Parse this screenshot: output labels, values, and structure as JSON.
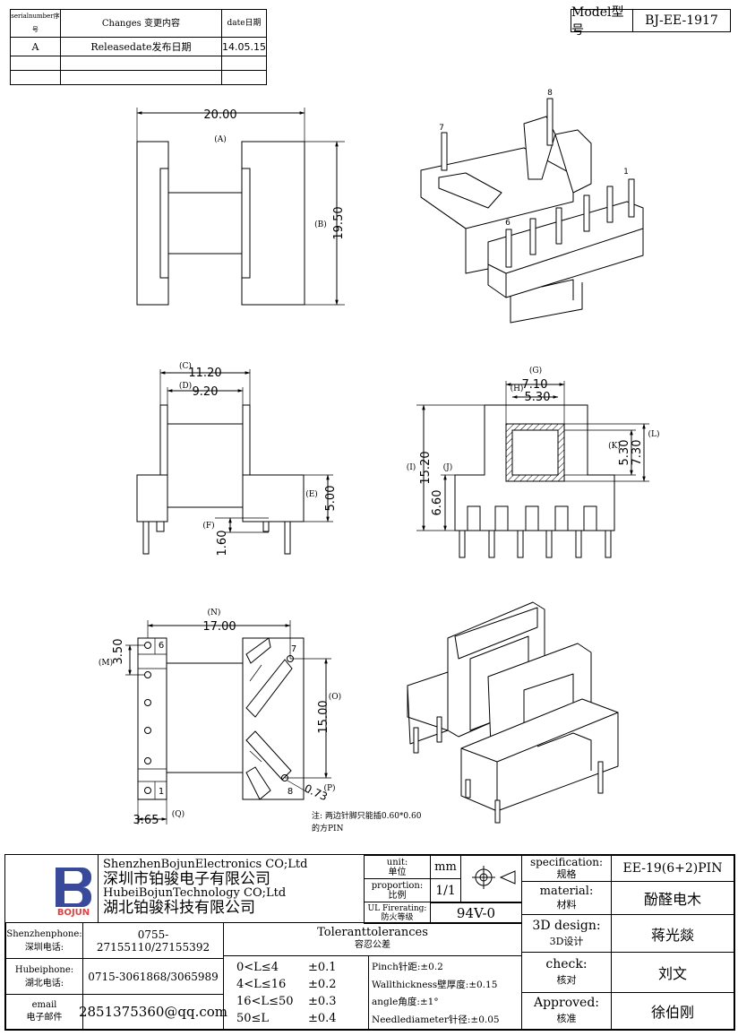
{
  "revision_table": {
    "headers": [
      "serialnumber序号",
      "Changes 变更内容",
      "date日期"
    ],
    "rows": [
      [
        "A",
        "Releasedate发布日期",
        "14.05.15"
      ],
      [
        "",
        "",
        ""
      ],
      [
        "",
        "",
        ""
      ]
    ]
  },
  "model": {
    "label": "Model型号",
    "value": "BJ-EE-1917"
  },
  "dimensions": {
    "top_view": {
      "A": "20.00",
      "A_tag": "(A)",
      "B": "19.50",
      "B_tag": "(B)"
    },
    "front_view": {
      "C": "11.20",
      "C_tag": "(C)",
      "D": "9.20",
      "D_tag": "(D)",
      "E": "5.00",
      "E_tag": "(E)",
      "F": "1.60",
      "F_tag": "(F)"
    },
    "side_view": {
      "G": "7.10",
      "G_tag": "(G)",
      "H": "5.30",
      "H_tag": "(H)",
      "I": "15.20",
      "I_tag": "(I)",
      "J": "6.60",
      "J_tag": "(J)",
      "K": "5.30",
      "K_tag": "(K)",
      "L": "7.30",
      "L_tag": "(L)"
    },
    "bottom_view": {
      "N": "17.00",
      "N_tag": "(N)",
      "M": "3.50",
      "M_tag": "(M)",
      "O": "15.00",
      "O_tag": "(O)",
      "P": "0.73",
      "P_tag": "(P)",
      "Q": "3.65",
      "Q_tag": "(Q)"
    }
  },
  "pin_labels": {
    "p1": "1",
    "p6": "6",
    "p7": "7",
    "p8": "8"
  },
  "note": {
    "line1": "注: 两边针脚只能插0.60*0.60",
    "line2": "的方PIN"
  },
  "company": {
    "logo_text": "BOJUN",
    "name_en_1": "ShenzhenBojunElectronics CO;Ltd",
    "name_cn_1": "深圳市铂骏电子有限公司",
    "name_en_2": "HubeiBojunTechnology CO;Ltd",
    "name_cn_2": "湖北铂骏科技有限公司"
  },
  "contacts": [
    {
      "label_en": "Shenzhenphone:",
      "label_cn": "深圳电话:",
      "value": "0755-27155110/27155392"
    },
    {
      "label_en": "Hubeiphone:",
      "label_cn": "湖北电话:",
      "value": "0715-3061868/3065989"
    },
    {
      "label_en": "email",
      "label_cn": "电子邮件",
      "value": "2851375360@qq.com"
    }
  ],
  "unit": {
    "label_en": "unit:",
    "label_cn": "单位",
    "value": "mm"
  },
  "proportion": {
    "label_en": "proportion:",
    "label_cn": "比例",
    "value": "1/1"
  },
  "ul_rating": {
    "label_en": "UL Firerating:",
    "label_cn": "防火等级",
    "value": "94V-0"
  },
  "tolerances": {
    "title_en": "Toleranttolerances",
    "title_cn": "容忍公差",
    "rows": [
      {
        "range": "0<L≤4",
        "tol": "±0.1"
      },
      {
        "range": "4<L≤16",
        "tol": "±0.2"
      },
      {
        "range": "16<L≤50",
        "tol": "±0.3"
      },
      {
        "range": "50≤L",
        "tol": "±0.4"
      }
    ],
    "extra": [
      "Pinch针距:±0.2",
      "Wallthickness壁厚度:±0.15",
      "angle角度:±1°",
      "Needlediameter针径:±0.05"
    ]
  },
  "specs": [
    {
      "label_en": "specification:",
      "label_cn": "规格",
      "value": "EE-19(6+2)PIN"
    },
    {
      "label_en": "material:",
      "label_cn": "材料",
      "value": "酚醛电木"
    },
    {
      "label_en": "3D design:",
      "label_cn": "3D设计",
      "value": "蒋光燚"
    },
    {
      "label_en": "check:",
      "label_cn": "核对",
      "value": "刘文"
    },
    {
      "label_en": "Approved:",
      "label_cn": "核准",
      "value": "徐伯刚"
    }
  ]
}
